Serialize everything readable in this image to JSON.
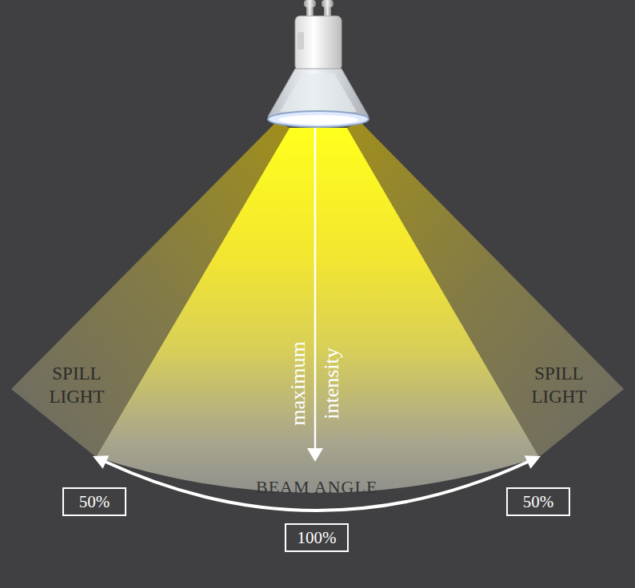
{
  "diagram": {
    "nodes": [
      {
        "text": [
          "SPILL LIGHT"
        ]
      },
      {
        "text": [
          "SPILL LIGHT"
        ]
      },
      {
        "text": [
          "50%"
        ]
      },
      {
        "text": [
          "50%"
        ]
      },
      {
        "text": [
          "100%"
        ]
      }
    ],
    "labels": [
      "maximum intensity",
      "BEAM ANGLE"
    ]
  }
}
